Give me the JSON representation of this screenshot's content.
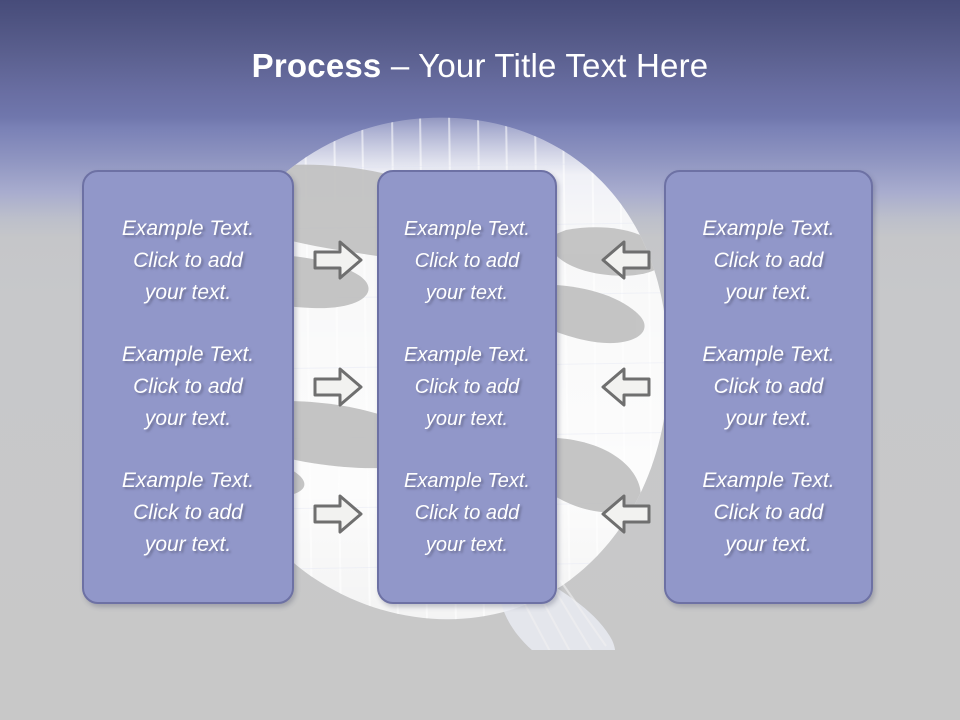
{
  "slide": {
    "title": {
      "bold_part": "Process",
      "rest_part": " – Your Title Text Here",
      "full": "Process – Your Title Text Here"
    },
    "colors": {
      "title_text": "#ffffff",
      "header_gradient_top": "#474c7a",
      "header_gradient_mid": "#7a81b6",
      "background_bottom": "#c8c8c8",
      "box_fill": "#9197c9",
      "box_border": "#6d71a4",
      "arrow_fill": "#f2f2f0",
      "arrow_border": "#6f6f6f",
      "texture_white": "#eef0f8",
      "texture_gray": "#c0c0c0"
    },
    "placeholder_text": "Example Text.\nClick  to add\nyour text.",
    "columns": [
      {
        "id": "column-1",
        "blocks": [
          "Example Text.\nClick  to add\nyour text.",
          "Example Text.\nClick  to add\nyour text.",
          "Example Text.\nClick  to add\nyour text."
        ]
      },
      {
        "id": "column-2",
        "blocks": [
          "Example Text.\nClick  to add\nyour text.",
          "Example Text.\nClick  to add\nyour text.",
          "Example Text.\nClick  to add\nyour text."
        ]
      },
      {
        "id": "column-3",
        "blocks": [
          "Example Text.\nClick  to add\nyour text.",
          "Example Text.\nClick  to add\nyour text.",
          "Example Text.\nClick  to add\nyour text."
        ]
      }
    ],
    "connectors": {
      "left_group": {
        "direction": "right",
        "icon": "arrow-right-icon",
        "count": 3
      },
      "right_group": {
        "direction": "left",
        "icon": "arrow-left-icon",
        "count": 3
      }
    }
  }
}
